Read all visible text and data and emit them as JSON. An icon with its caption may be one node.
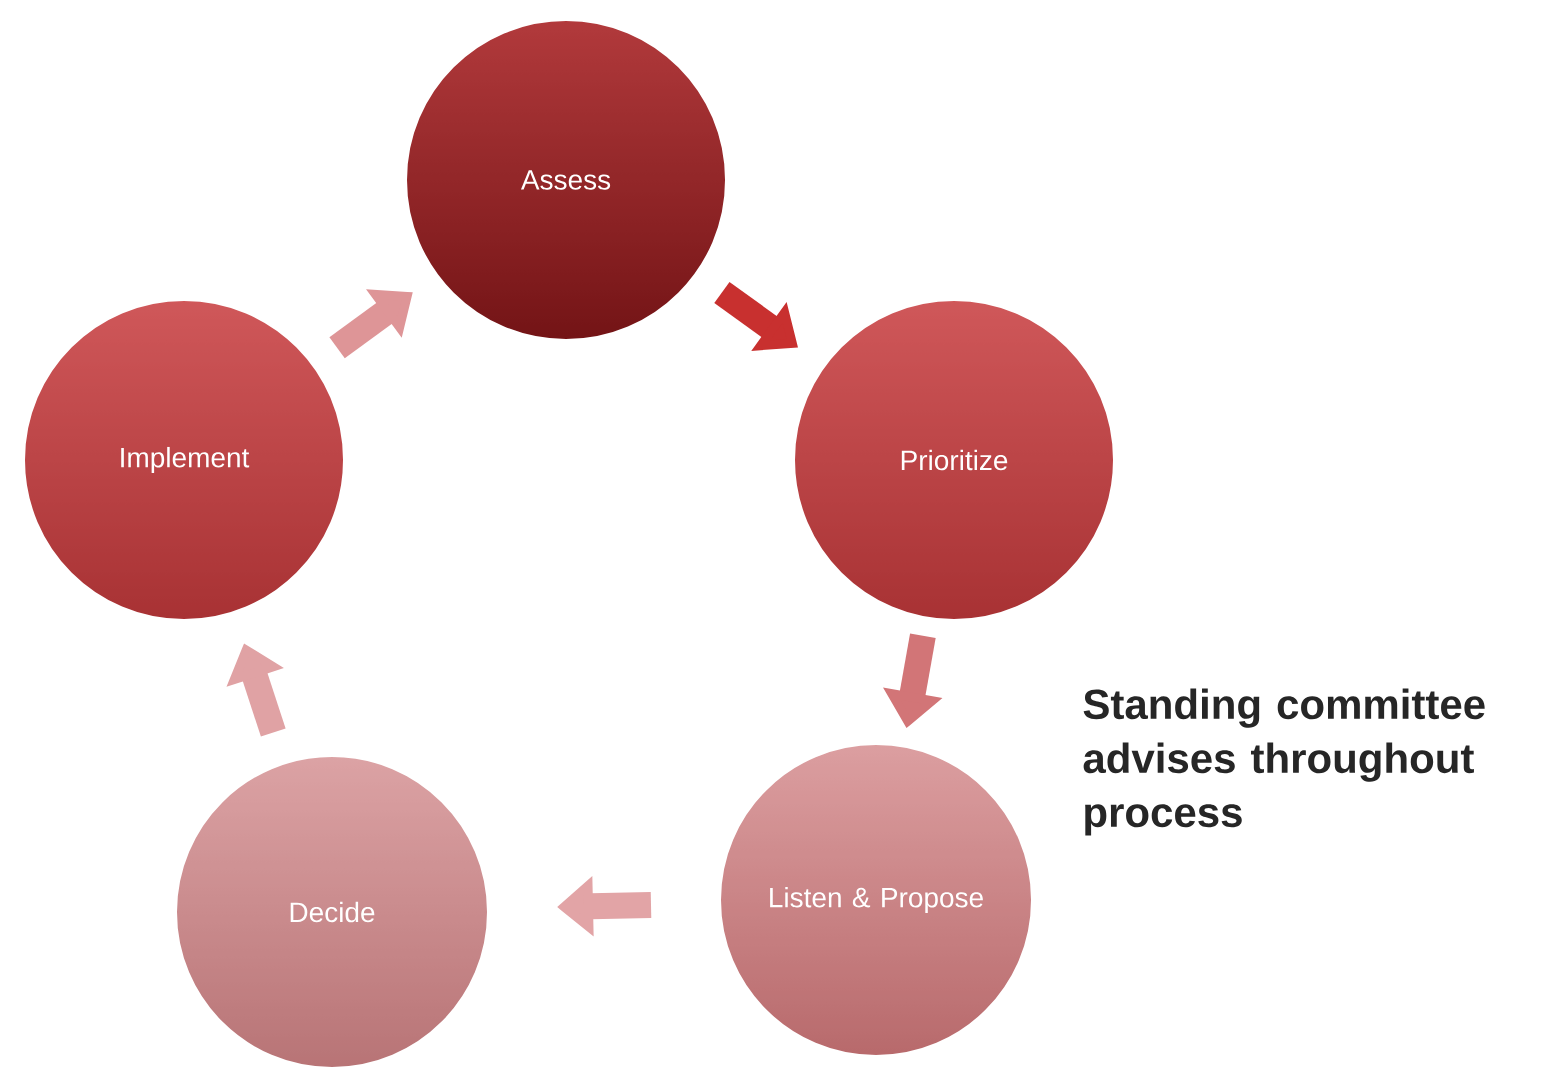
{
  "diagram": {
    "nodes": [
      {
        "text": [
          "Assess"
        ]
      },
      {
        "text": [
          "Prioritize"
        ]
      },
      {
        "text": [
          "Listen & Propose"
        ]
      },
      {
        "text": [
          "Decide"
        ]
      },
      {
        "text": [
          "Implement"
        ]
      }
    ],
    "edges": [
      {
        "from": 0,
        "to": 1,
        "arrow": "to",
        "color": "#c8302f"
      },
      {
        "from": 1,
        "to": 2,
        "arrow": "to",
        "color": "#d27577"
      },
      {
        "from": 2,
        "to": 3,
        "arrow": "to",
        "color": "#e2a4a6"
      },
      {
        "from": 3,
        "to": 4,
        "arrow": "to",
        "color": "#e0a2a4"
      },
      {
        "from": 4,
        "to": 0,
        "arrow": "to",
        "color": "#de9597"
      }
    ],
    "labels": [
      "Standing committee advises throughout process"
    ]
  }
}
